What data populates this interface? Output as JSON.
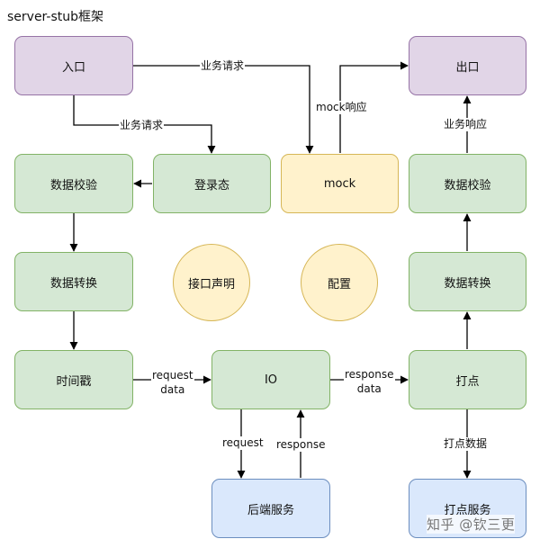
{
  "title": "server-stub框架",
  "nodes": {
    "entry": "入口",
    "exit": "出口",
    "validate_left": "数据校验",
    "login_state": "登录态",
    "mock": "mock",
    "validate_right": "数据校验",
    "convert_left": "数据转换",
    "interface_decl": "接口声明",
    "config": "配置",
    "convert_right": "数据转换",
    "timestamp": "时间戳",
    "io": "IO",
    "tracking": "打点",
    "backend_service": "后端服务",
    "tracking_service": "打点服务"
  },
  "edge_labels": {
    "entry_to_mock": "业务请求",
    "entry_to_login": "业务请求",
    "mock_to_exit": "mock响应",
    "validate_to_exit": "业务响应",
    "timestamp_to_io_1": "request",
    "timestamp_to_io_2": "data",
    "io_to_tracking_1": "response",
    "io_to_tracking_2": "data",
    "io_to_backend": "request",
    "backend_to_io": "response",
    "tracking_to_service": "打点数据"
  },
  "watermark": "知乎 @钦三更",
  "colors": {
    "purple_fill": "#e1d5e7",
    "green_fill": "#d5e8d4",
    "yellow_fill": "#fff2cc",
    "blue_fill": "#dae8fc",
    "edge": "#000000"
  }
}
